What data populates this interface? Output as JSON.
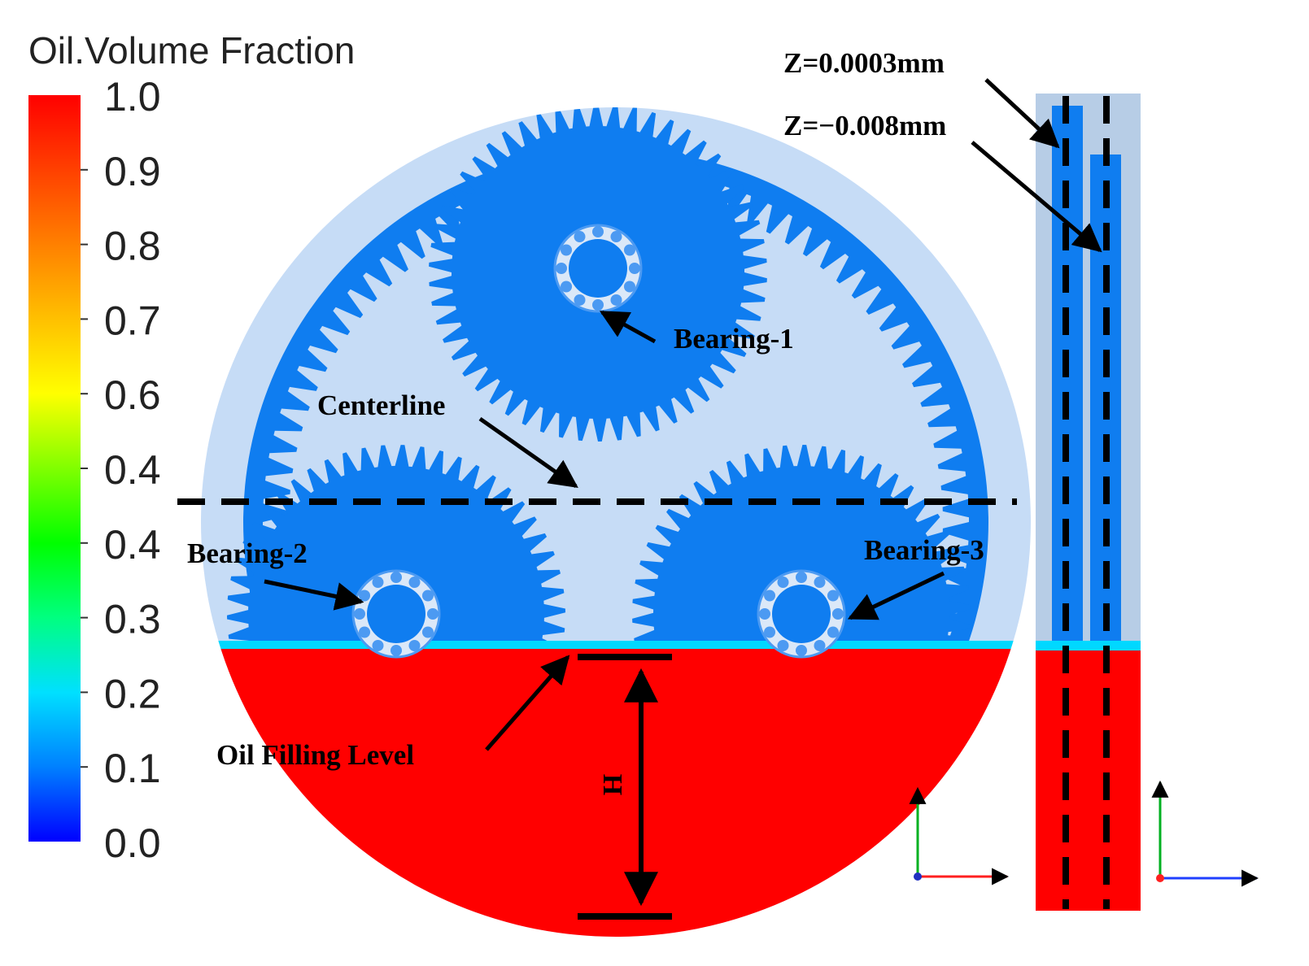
{
  "colorbar": {
    "title": "Oil.Volume Fraction",
    "ticks": [
      "1.0",
      "0.9",
      "0.8",
      "0.7",
      "0.6",
      "0.4",
      "0.4",
      "0.3",
      "0.2",
      "0.1",
      "0.0"
    ],
    "colors": [
      "#0000ff",
      "#0080ff",
      "#00e0ff",
      "#00ff80",
      "#00ff00",
      "#80ff00",
      "#ffff00",
      "#ffc000",
      "#ff8000",
      "#ff4000",
      "#ff0000"
    ]
  },
  "labels": {
    "bearing1": "Bearing-1",
    "bearing2": "Bearing-2",
    "bearing3": "Bearing-3",
    "centerline": "Centerline",
    "oil_level": "Oil Filling Level",
    "height": "H",
    "z1": "Z=0.0003mm",
    "z2": "Z=−0.008mm"
  },
  "colors": {
    "air": "#c6dcf6",
    "gear": "#0f7df0",
    "oil": "#ff0000",
    "interface": "#00d8ff",
    "side_bg": "#b7cde6"
  }
}
